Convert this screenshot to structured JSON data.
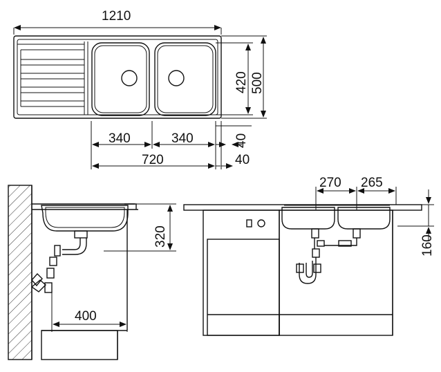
{
  "dimensions": {
    "overall_width": "1210",
    "depth_bowl": "420",
    "overall_depth": "500",
    "bowl_width_left": "340",
    "bowl_width_right": "340",
    "front_edge": "40",
    "bowl_section": "720",
    "rear_edge": "40",
    "drain_height": "320",
    "drain_offset": "400",
    "bowl_gap_left": "270",
    "bowl_gap_right": "265",
    "side_height": "160"
  },
  "colors": {
    "line": "#111111",
    "hatch": "#333333",
    "background": "#ffffff"
  }
}
